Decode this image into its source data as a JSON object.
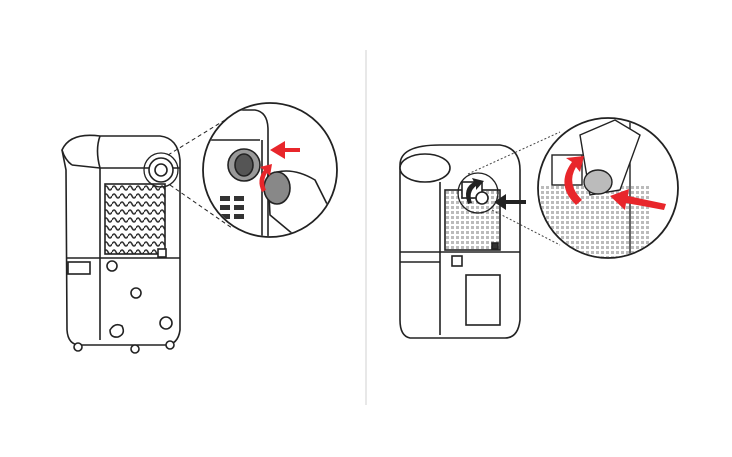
{
  "figure": {
    "panels": [
      {
        "id": "left",
        "subject": "dehumidifier-rear-view",
        "callout": "knob-push-and-turn"
      },
      {
        "id": "right",
        "subject": "dehumidifier-rear-view",
        "callout": "knob-push-and-turn"
      }
    ],
    "colors": {
      "line": "#222222",
      "arrow_accent": "#e8262b",
      "divider": "#d0d0d0",
      "background": "#ffffff"
    },
    "icons": [
      "push-arrow-icon",
      "rotate-arrow-icon"
    ]
  }
}
